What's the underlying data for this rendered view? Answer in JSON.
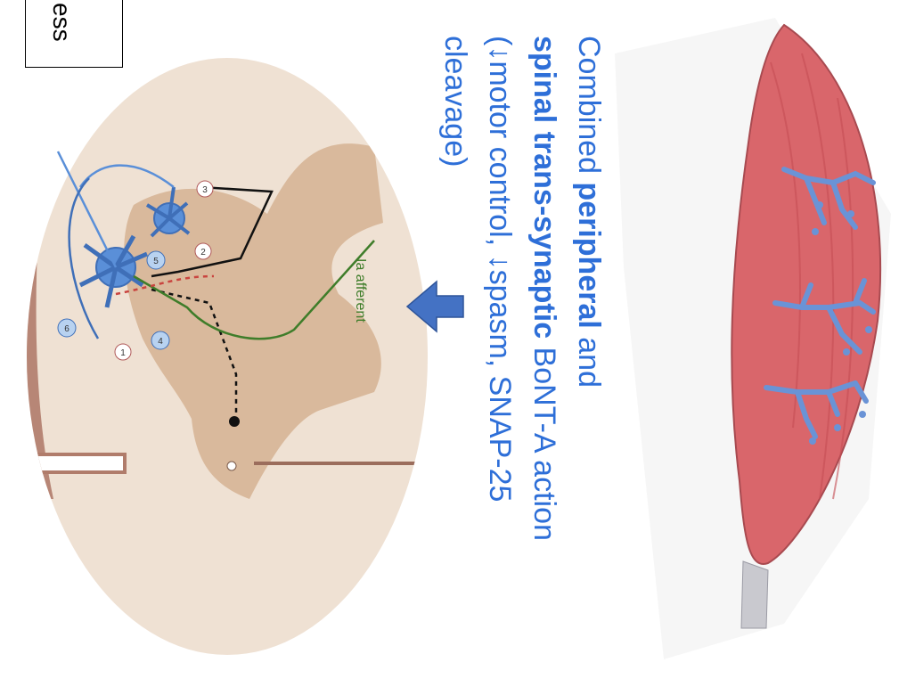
{
  "box_text": "ess",
  "caption": {
    "line1_pre": "Combined ",
    "line1_bold": "peripheral",
    "line1_post": " and",
    "line2_bold": "spinal trans-synaptic",
    "line2_post": " BoNT-A action",
    "line3": "(↓motor control, ↓spasm, SNAP-25",
    "line4": "cleavage)"
  },
  "spinal_label": "Ia afferent",
  "markers": [
    "1",
    "2",
    "3",
    "4",
    "5",
    "6"
  ],
  "colors": {
    "arrow": "#4472c4",
    "muscle": "#d9666b",
    "nerve": "#6a93d6",
    "cord_gray": "#d9b99c",
    "cord_white": "#f0e3d6",
    "afferent": "#3f7d2a"
  }
}
